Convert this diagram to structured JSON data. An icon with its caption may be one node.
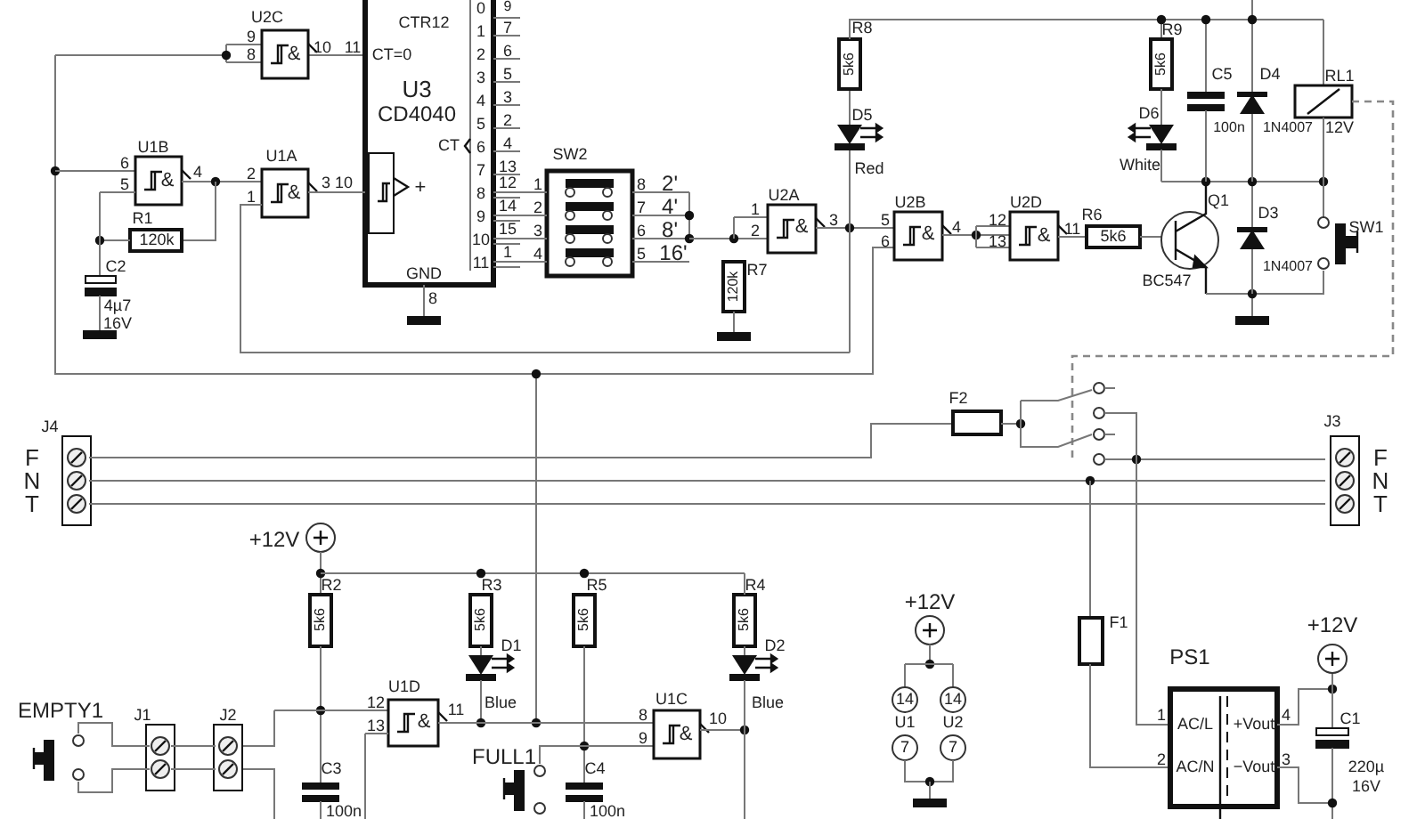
{
  "diagram": {
    "labels": [
      "U2C",
      "9",
      "8",
      "&",
      "10",
      "11",
      "CT=0",
      "CTR12",
      "U3",
      "CD4040",
      "CT",
      "0",
      "1",
      "2",
      "3",
      "4",
      "5",
      "6",
      "7",
      "8",
      "9",
      "10",
      "11",
      "9",
      "7",
      "6",
      "5",
      "3",
      "2",
      "4",
      "13",
      "12",
      "14",
      "15",
      "1",
      "GND",
      "8",
      "U1B",
      "6",
      "5",
      "&",
      "4",
      "R1",
      "120k",
      "C2",
      "4µ7",
      "16V",
      "U1A",
      "2",
      "1",
      "&",
      "3",
      "10",
      "+",
      "SW2",
      "1",
      "2",
      "3",
      "4",
      "8",
      "7",
      "6",
      "5",
      "2'",
      "4'",
      "8'",
      "16'",
      "U2A",
      "1",
      "2",
      "&",
      "3",
      "R7",
      "120k",
      "R8",
      "5k6",
      "D5",
      "Red",
      "U2B",
      "5",
      "6",
      "&",
      "4",
      "U2D",
      "12",
      "13",
      "&",
      "11",
      "R6",
      "5k6",
      "Q1",
      "BC547",
      "D3",
      "1N4007",
      "SW1",
      "R9",
      "5k6",
      "D6",
      "White",
      "C5",
      "100n",
      "D4",
      "1N4007",
      "RL1",
      "12V",
      "J4",
      "F",
      "N",
      "T",
      "F2",
      "J3",
      "F",
      "N",
      "T",
      "+12V",
      "R2",
      "5k6",
      "R3",
      "5k6",
      "D1",
      "Blue",
      "R5",
      "5k6",
      "R4",
      "5k6",
      "D2",
      "Blue",
      "EMPTY1",
      "J1",
      "J2",
      "U1D",
      "12",
      "13",
      "&",
      "11",
      "FULL1",
      "C3",
      "100n",
      "C4",
      "100n",
      "U1C",
      "8",
      "9",
      "&",
      "10",
      "+12V",
      "14",
      "14",
      "U1",
      "U2",
      "7",
      "7",
      "F1",
      "PS1",
      "1",
      "AC/L",
      "+Vout",
      "4",
      "2",
      "AC/N",
      "−Vout",
      "3",
      "+12V",
      "C1",
      "220µ",
      "16V"
    ]
  }
}
